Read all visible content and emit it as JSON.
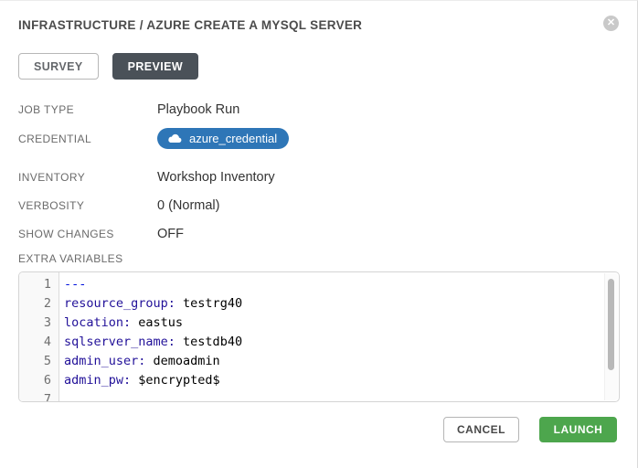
{
  "dialog": {
    "title": "INFRASTRUCTURE / AZURE CREATE A MYSQL SERVER",
    "close_glyph": "✕",
    "tabs": [
      {
        "label": "SURVEY",
        "active": false
      },
      {
        "label": "PREVIEW",
        "active": true
      }
    ],
    "details": [
      {
        "label": "JOB TYPE",
        "value": "Playbook Run"
      },
      {
        "label": "CREDENTIAL",
        "value": "azure_credential"
      },
      {
        "label": "INVENTORY",
        "value": "Workshop Inventory"
      },
      {
        "label": "VERBOSITY",
        "value": "0 (Normal)"
      },
      {
        "label": "SHOW CHANGES",
        "value": "OFF"
      }
    ],
    "extra_variables": {
      "label": "EXTRA VARIABLES",
      "lines": [
        {
          "num": "1",
          "key": "---",
          "rest": ""
        },
        {
          "num": "2",
          "key": "resource_group:",
          "rest": " testrg40"
        },
        {
          "num": "3",
          "key": "location:",
          "rest": " eastus"
        },
        {
          "num": "4",
          "key": "sqlserver_name:",
          "rest": " testdb40"
        },
        {
          "num": "5",
          "key": "admin_user:",
          "rest": " demoadmin"
        },
        {
          "num": "6",
          "key": "admin_pw:",
          "rest": " $encrypted$"
        },
        {
          "num": "7",
          "key": "",
          "rest": ""
        }
      ]
    },
    "footer": {
      "cancel_label": "CANCEL",
      "launch_label": "LAUNCH"
    },
    "colors": {
      "badge_blue": "#2e76b7",
      "launch_green": "#4da64d",
      "active_tab_dark": "#4a5158",
      "yaml_key_navy": "#221199",
      "yaml_doc_separator_blue": "#0011dd"
    }
  }
}
